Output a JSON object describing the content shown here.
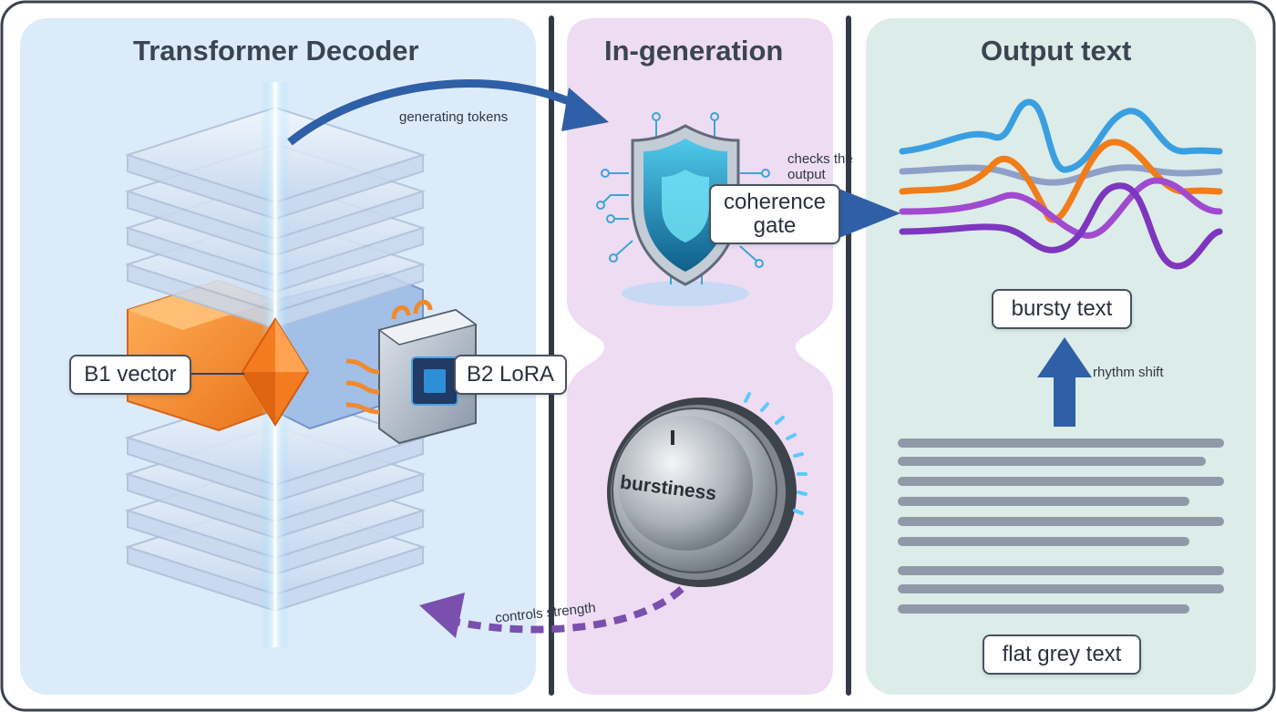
{
  "panels": {
    "left_title": "Transformer Decoder",
    "middle_title": "In-generation",
    "right_title": "Output text"
  },
  "labels": {
    "b1_vector": "B1 vector",
    "b2_lora": "B2 LoRA",
    "generating_tokens": "generating tokens",
    "checks_output": "checks the output",
    "coherence_gate_line1": "coherence",
    "coherence_gate_line2": "gate",
    "burstiness": "burstiness",
    "controls_strength": "controls strength",
    "bursty_text": "bursty text",
    "rhythm_shift": "rhythm shift",
    "flat_grey_text": "flat grey text"
  },
  "colors": {
    "left_panel": "#dcebf9",
    "middle_panel": "#eedcf3",
    "right_panel": "#dcece8",
    "arrow_blue": "#2f5fa6",
    "arrow_purple": "#7b4fae",
    "b1_orange": "#f08a2c",
    "wave_blue": "#3a9fe0",
    "wave_orange": "#f07d1a",
    "wave_purple": "#8a3fc8",
    "flat_line": "#8f99a8"
  },
  "icons": {
    "shield": "shield-icon",
    "knob": "dial-knob-icon",
    "chip": "chip-icon",
    "diamond": "diamond-icon"
  }
}
